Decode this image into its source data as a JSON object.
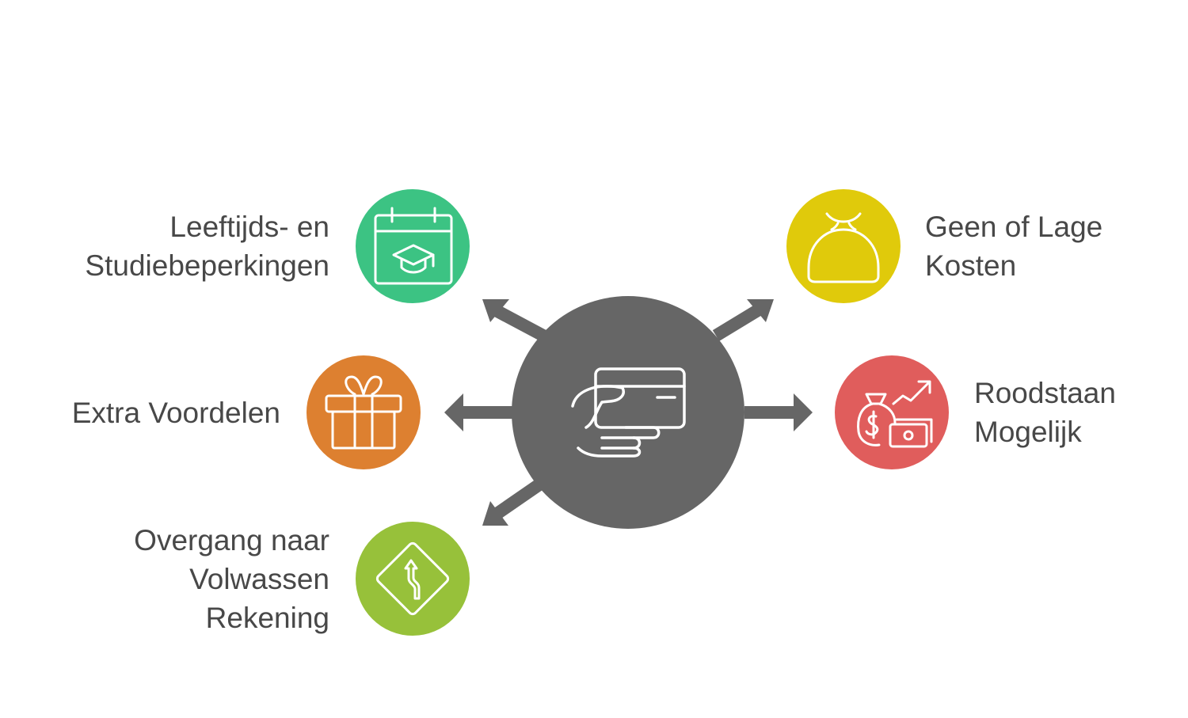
{
  "colors": {
    "hub": "#666666",
    "arrow": "#666666",
    "icon_stroke": "#ffffff",
    "label_text": "#484848"
  },
  "hub": {
    "icon": "card-payment-icon"
  },
  "nodes": [
    {
      "id": "age",
      "icon": "calendar-graduation-icon",
      "color": "#3cc383",
      "lines": [
        "Leeftijds- en",
        "Studiebeperkingen"
      ]
    },
    {
      "id": "benefits",
      "icon": "gift-icon",
      "color": "#dd8030",
      "lines": [
        "Extra Voordelen"
      ]
    },
    {
      "id": "transition",
      "icon": "road-sign-icon",
      "color": "#97c13a",
      "lines": [
        "Overgang naar",
        "Volwassen",
        "Rekening"
      ]
    },
    {
      "id": "costs",
      "icon": "coin-purse-icon",
      "color": "#e0ca0b",
      "lines": [
        "Geen of Lage",
        "Kosten"
      ]
    },
    {
      "id": "overdraft",
      "icon": "money-growth-icon",
      "color": "#e05d5c",
      "lines": [
        "Roodstaan",
        "Mogelijk"
      ]
    }
  ]
}
